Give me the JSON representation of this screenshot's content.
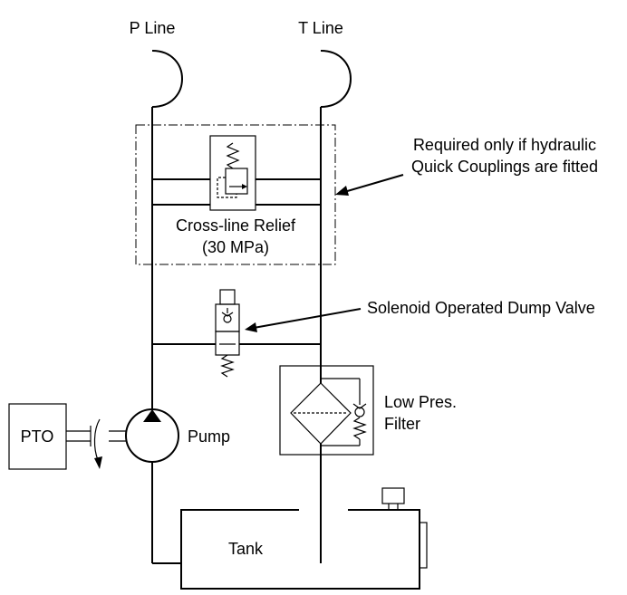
{
  "labels": {
    "p_line": "P Line",
    "t_line": "T Line",
    "note_line1": "Required only if hydraulic",
    "note_line2": "Quick Couplings are fitted",
    "relief_line1": "Cross-line Relief",
    "relief_line2": "(30 MPa)",
    "dump_valve": "Solenoid Operated Dump Valve",
    "filter_line1": "Low Pres.",
    "filter_line2": "Filter",
    "pto": "PTO",
    "pump": "Pump",
    "tank": "Tank"
  }
}
